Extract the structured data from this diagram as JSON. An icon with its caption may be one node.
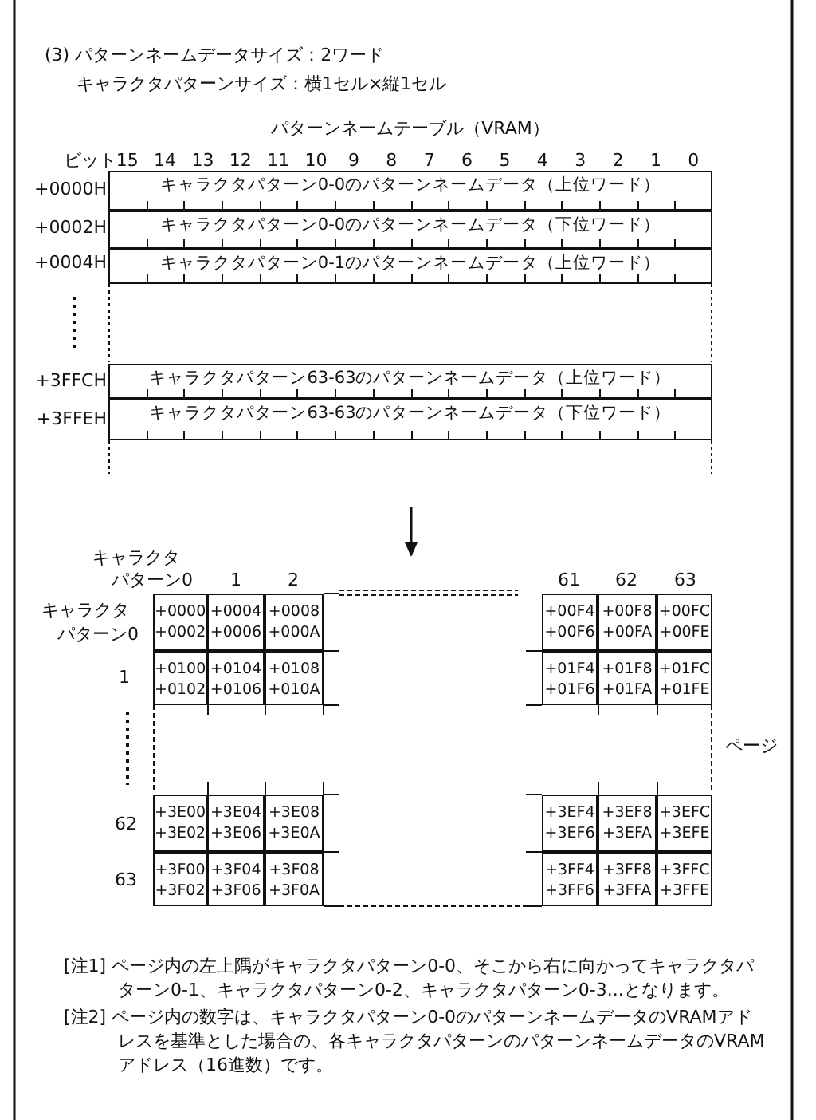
{
  "diagram": {
    "nodes": [
      {
        "text": [
          "パターンネームテーブル（VRAM）"
        ]
      },
      {
        "text": [
          "キャラクタパターン0-0のパターンネームデータ（上位ワード）"
        ],
        "in": 0
      },
      {
        "text": [
          "キャラクタパターン0-0のパターンネームデータ（下位ワード）"
        ],
        "in": 0
      },
      {
        "text": [
          "キャラクタパターン0-1のパターンネームデータ（上位ワード）"
        ],
        "in": 0
      },
      {
        "text": [
          "キャラクタパターン63-63のパターンネームデータ（上位ワード）"
        ],
        "in": 0
      },
      {
        "text": [
          "キャラクタパターン63-63のパターンネームデータ（下位ワード）"
        ],
        "in": 0
      },
      {
        "text": [],
        "shape": "box",
        "beside": [
          "ページ"
        ]
      },
      {
        "text": [
          "+0000",
          "+0002"
        ],
        "in": 6
      },
      {
        "text": [
          "+0004",
          "+0006"
        ],
        "in": 6
      },
      {
        "text": [
          "+0008",
          "+000A"
        ],
        "in": 6
      },
      {
        "text": [
          "+00F4",
          "+00F6"
        ],
        "in": 6
      },
      {
        "text": [
          "+00F8",
          "+00FA"
        ],
        "in": 6
      },
      {
        "text": [
          "+00FC",
          "+00FE"
        ],
        "in": 6
      },
      {
        "text": [
          "+0100",
          "+0102"
        ],
        "in": 6
      },
      {
        "text": [
          "+0104",
          "+0106"
        ],
        "in": 6
      },
      {
        "text": [
          "+0108",
          "+010A"
        ],
        "in": 6
      },
      {
        "text": [
          "+01F4",
          "+01F6"
        ],
        "in": 6
      },
      {
        "text": [
          "+01F8",
          "+01FA"
        ],
        "in": 6
      },
      {
        "text": [
          "+01FC",
          "+01FE"
        ],
        "in": 6
      },
      {
        "text": [
          "+3E00",
          "+3E02"
        ],
        "in": 6
      },
      {
        "text": [
          "+3E04",
          "+3E06"
        ],
        "in": 6
      },
      {
        "text": [
          "+3E08",
          "+3E0A"
        ],
        "in": 6
      },
      {
        "text": [
          "+3EF4",
          "+3EF6"
        ],
        "in": 6
      },
      {
        "text": [
          "+3EF8",
          "+3EFA"
        ],
        "in": 6
      },
      {
        "text": [
          "+3EFC",
          "+3EFE"
        ],
        "in": 6
      },
      {
        "text": [
          "+3F00",
          "+3F02"
        ],
        "in": 6
      },
      {
        "text": [
          "+3F04",
          "+3F06"
        ],
        "in": 6
      },
      {
        "text": [
          "+3F08",
          "+3F0A"
        ],
        "in": 6
      },
      {
        "text": [
          "+3FF4",
          "+3FF6"
        ],
        "in": 6
      },
      {
        "text": [
          "+3FF8",
          "+3FFA"
        ],
        "in": 6
      },
      {
        "text": [
          "+3FFC",
          "+3FFE"
        ],
        "in": 6
      }
    ],
    "edges": [
      {
        "from": 0,
        "to": 6,
        "arrow": "to"
      }
    ],
    "labels": [
      "(3) パターンネームデータサイズ：2ワード",
      "キャラクタパターンサイズ：横1セル×縦1セル",
      "ビット",
      "15",
      "14",
      "13",
      "12",
      "11",
      "10",
      "9",
      "8",
      "7",
      "6",
      "5",
      "4",
      "3",
      "2",
      "1",
      "0",
      "+0000H",
      "+0002H",
      "+0004H",
      "+3FFCH",
      "+3FFEH",
      "キャラクタ",
      "パターン0",
      "1",
      "2",
      "61",
      "62",
      "63",
      "キャラクタ",
      "パターン0",
      "1",
      "62",
      "63",
      "[注1] ページ内の左上隅がキャラクタパターン0-0、そこから右に向かってキャラクタパターン0-1、キャラクタパターン0-2、キャラクタパターン0-3...となります。",
      "[注2] ページ内の数字は、キャラクタパターン0-0のパターンネームデータのVRAMアドレスを基準とした場合の、各キャラクタパターンのパターンネームデータのVRAMアドレス（16進数）です。"
    ]
  }
}
